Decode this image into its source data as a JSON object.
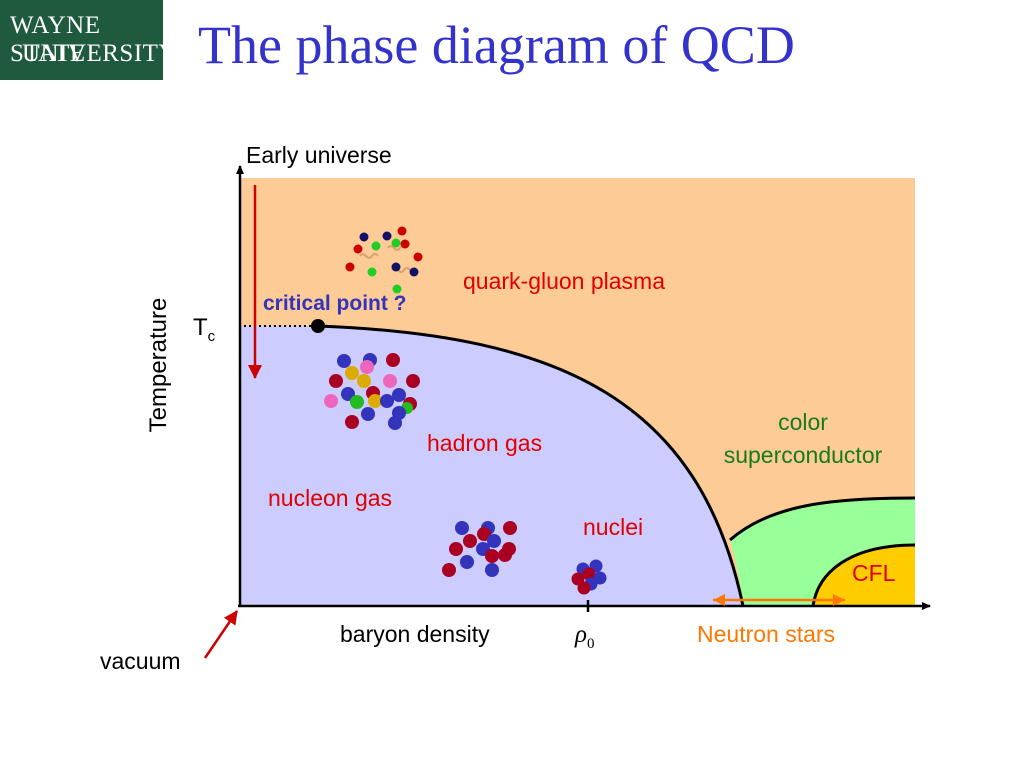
{
  "logo": {
    "line1": "WAYNE STATE",
    "line2": "UNIVERSITY"
  },
  "title": "The phase diagram of QCD",
  "labels": {
    "early_universe": "Early universe",
    "temperature": "Temperature",
    "tc_main": "T",
    "tc_sub": "c",
    "critical_point": "critical point ?",
    "qgp": "quark-gluon plasma",
    "hadron_gas": "hadron gas",
    "nucleon_gas": "nucleon gas",
    "nuclei": "nuclei",
    "color": "color",
    "superconductor": "superconductor",
    "cfl": "CFL",
    "baryon_density": "baryon density",
    "rho_main": "ρ",
    "rho_sub": "0",
    "neutron_stars": "Neutron stars",
    "vacuum": "vacuum"
  },
  "colors": {
    "title": "#3333cc",
    "qgp_region": "#fccb96",
    "hadron_region": "#ccccff",
    "csc_region": "#99ff99",
    "cfl_region": "#ffcc00",
    "red_text": "#e00000",
    "green_text": "#1a7a1a",
    "orange_text": "#ff7700",
    "blue_text": "#3333bb"
  },
  "icons": [
    "gluon-cluster-icon",
    "hadron-cluster-icon",
    "nucleon-cluster-icon",
    "nucleus-icon"
  ]
}
